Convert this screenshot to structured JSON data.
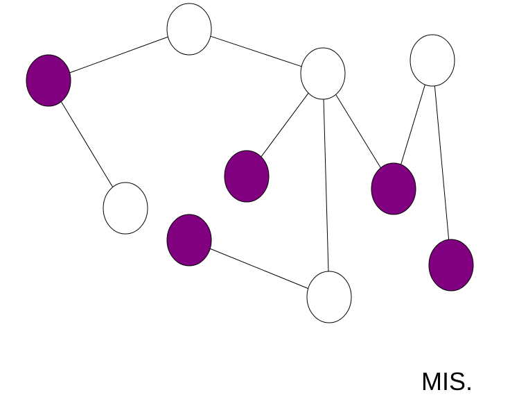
{
  "diagram": {
    "caption": "MIS.",
    "colors": {
      "selected_fill": "#800080",
      "unselected_fill": "#ffffff",
      "stroke": "#000000"
    },
    "nodes": [
      {
        "id": "n1",
        "in_set": false
      },
      {
        "id": "n2",
        "in_set": true
      },
      {
        "id": "n3",
        "in_set": false
      },
      {
        "id": "n4",
        "in_set": false
      },
      {
        "id": "n5",
        "in_set": true
      },
      {
        "id": "n6",
        "in_set": true
      },
      {
        "id": "n7",
        "in_set": false
      },
      {
        "id": "n8",
        "in_set": true
      },
      {
        "id": "n9",
        "in_set": false
      },
      {
        "id": "n10",
        "in_set": true
      }
    ],
    "edges": [
      [
        "n1",
        "n2"
      ],
      [
        "n1",
        "n3"
      ],
      [
        "n2",
        "n7"
      ],
      [
        "n3",
        "n5"
      ],
      [
        "n3",
        "n6"
      ],
      [
        "n3",
        "n9"
      ],
      [
        "n4",
        "n6"
      ],
      [
        "n4",
        "n10"
      ],
      [
        "n8",
        "n9"
      ]
    ]
  }
}
